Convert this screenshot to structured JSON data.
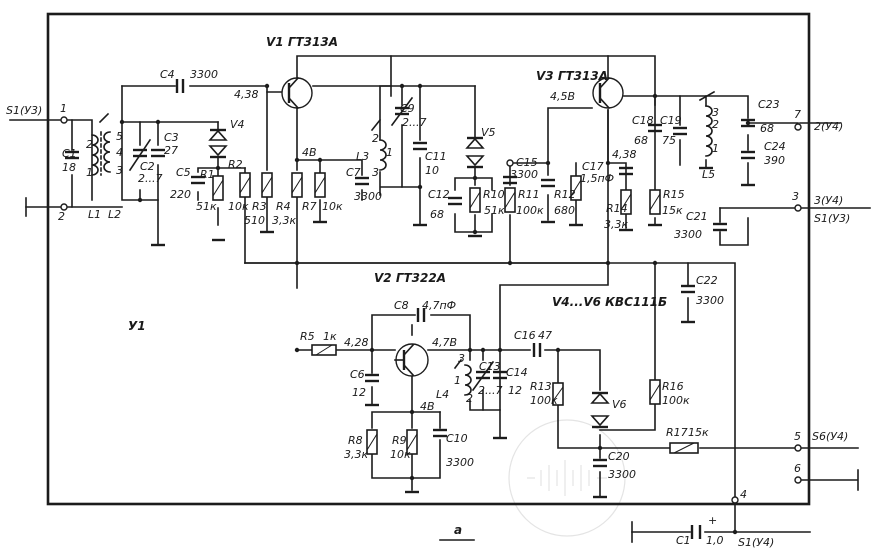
{
  "labels": {
    "v1": "V1 ГТ313А",
    "v2": "V2 ГТ322А",
    "v3": "V3 ГТ313А",
    "v4_v6": "V4...V6 КВС111Б",
    "v4": "V4",
    "v5": "V5",
    "v6": "V6",
    "c1": "C1",
    "c1v": "18",
    "c2": "C2",
    "c2v": "2...7",
    "c3": "C3",
    "c3v": "27",
    "c4": "C4",
    "c4v": "3300",
    "c5": "C5",
    "c5v": "220",
    "c6": "C6",
    "c6v": "12",
    "c7": "C7",
    "c7v": "3300",
    "c8": "C8",
    "c8v": "4,7пФ",
    "c9": "C9",
    "c9v": "2...7",
    "c10": "C10",
    "c10v": "3300",
    "c11": "C11",
    "c11v": "10",
    "c12": "C12",
    "c12v": "68",
    "c13": "C13",
    "c13v": "2...7",
    "c14": "C14",
    "c14v": "12",
    "c15": "C15",
    "c15v": "3300",
    "c16": "C16",
    "c16v": "47",
    "c17": "C17",
    "c17v": "1,5пФ",
    "c18": "C18",
    "c18v": "68",
    "c19": "C19",
    "c19v": "75",
    "c20": "C20",
    "c20v": "3300",
    "c21": "C21",
    "c21v": "3300",
    "c22": "C22",
    "c22v": "3300",
    "c23": "C23",
    "c23v": "68",
    "c24": "C24",
    "c24v": "390",
    "c1ext": "C1",
    "c1extv": "1,0",
    "r1": "R1",
    "r1v": "51к",
    "r2": "R2",
    "r2v": "10к",
    "r3": "R3",
    "r3v": "510",
    "r4": "R4",
    "r4v": "3,3к",
    "r5": "R5",
    "r5v": "1к",
    "r7": "R7",
    "r7v": "10к",
    "r8": "R8",
    "r8v": "3,3к",
    "r9": "R9",
    "r9v": "10к",
    "r10": "R10",
    "r10v": "51к",
    "r11": "R11",
    "r11v": "100к",
    "r12": "R12",
    "r12v": "680",
    "r13": "R13",
    "r13v": "100к",
    "r14": "R14",
    "r14v": "3,3к",
    "r15": "R15",
    "r15v": "15к",
    "r16": "R16",
    "r16v": "100к",
    "r17": "R17",
    "r17v": "15к",
    "l1": "L1",
    "l2": "L2",
    "l3": "L3",
    "l4": "L4",
    "l5": "L5",
    "volt_438a": "4,38",
    "volt_48a": "4В",
    "volt_45": "4,5В",
    "volt_438b": "4,38",
    "volt_428": "4,28",
    "volt_47": "4,7В",
    "volt_48b": "4В",
    "y1": "У1",
    "caption": "а",
    "pin1": "1",
    "pin2": "2",
    "pin3": "3",
    "pin4": "4",
    "pin5": "5",
    "pin6": "6",
    "pin7": "7",
    "ext_s1y3_in": "S1(У3)",
    "ext_2y4": "2(У4)",
    "ext_3y4": "3(У4)",
    "ext_s1y3_out": "S1(У3)",
    "ext_s6y4": "S6(У4)",
    "ext_s1y4": "S1(У4)",
    "coil_2": "2",
    "coil_1": "1",
    "coil_3": "3",
    "coil_5": "5",
    "coil_4": "4",
    "l3_2": "2",
    "l3_3": "3",
    "l3_1": "1",
    "l4_3": "3",
    "l4_1": "1",
    "l4_2": "2",
    "l5_3": "3",
    "l5_2": "2",
    "l5_1": "1",
    "plus": "+"
  }
}
